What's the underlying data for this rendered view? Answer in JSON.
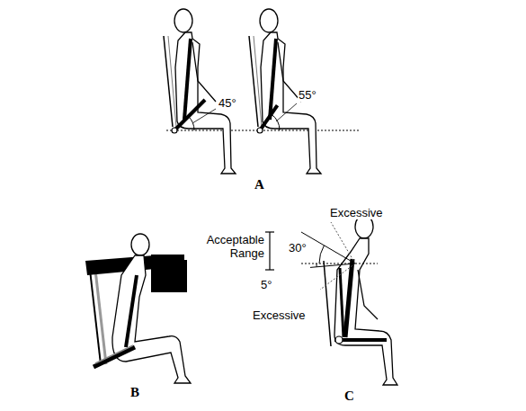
{
  "diagram": {
    "labels": [
      "45°",
      "55°",
      "A",
      "Excessive",
      "Acceptable Range",
      "30°",
      "5°",
      "Excessive",
      "B",
      "C"
    ]
  }
}
